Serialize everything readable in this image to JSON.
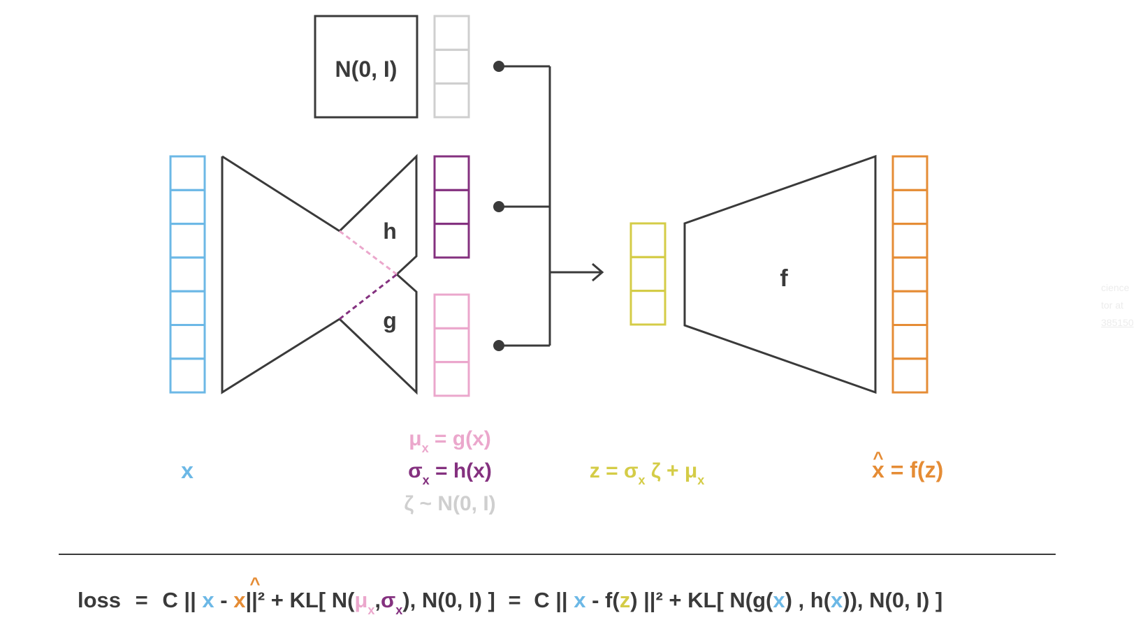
{
  "colors": {
    "blue": "#6cb8e6",
    "purple": "#84317f",
    "pink": "#eba7cc",
    "gray": "#cfcfcf",
    "yellow": "#d4cc47",
    "orange": "#e58c35",
    "dark": "#3a3a3a"
  },
  "blocks": {
    "prior": "N(0, I)",
    "h": "h",
    "g": "g",
    "f": "f"
  },
  "labels": {
    "x": "x",
    "mu": {
      "sym": "μ",
      "sub": "x",
      "rest": " = g(x)"
    },
    "sigma": {
      "sym": "σ",
      "sub": "x",
      "rest": " = h(x)"
    },
    "zeta": "ζ ~ N(0, I)",
    "z": {
      "lhs": "z = σ",
      "sub1": "x",
      "mid": " ζ + μ",
      "sub2": "x"
    },
    "xhat": {
      "hat": "^",
      "x": "x",
      "rest": " = f(z)"
    }
  },
  "loss": {
    "word": "loss",
    "eq1": "=",
    "c1": "C ||",
    "x1": "x",
    "minus1": "-",
    "xhat1": "x",
    "hat1": "^",
    "norm1": "||² + KL[ N(",
    "mu": "μ",
    "mu_sub": "x",
    "comma1": ",",
    "sigma": "σ",
    "sigma_sub": "x",
    "close1": "), N(0, I) ]",
    "eq2": "=",
    "c2": "C ||",
    "x2": "x",
    "minus2": "- f(",
    "z": "z",
    "norm2": ") ||² + KL[ N(g(",
    "x3": "x",
    "mid": ") , h(",
    "x4": "x",
    "close2": ")), N(0, I) ]"
  },
  "side_panel": {
    "line1": "cience",
    "line2": "tor at",
    "line3": "385150"
  }
}
